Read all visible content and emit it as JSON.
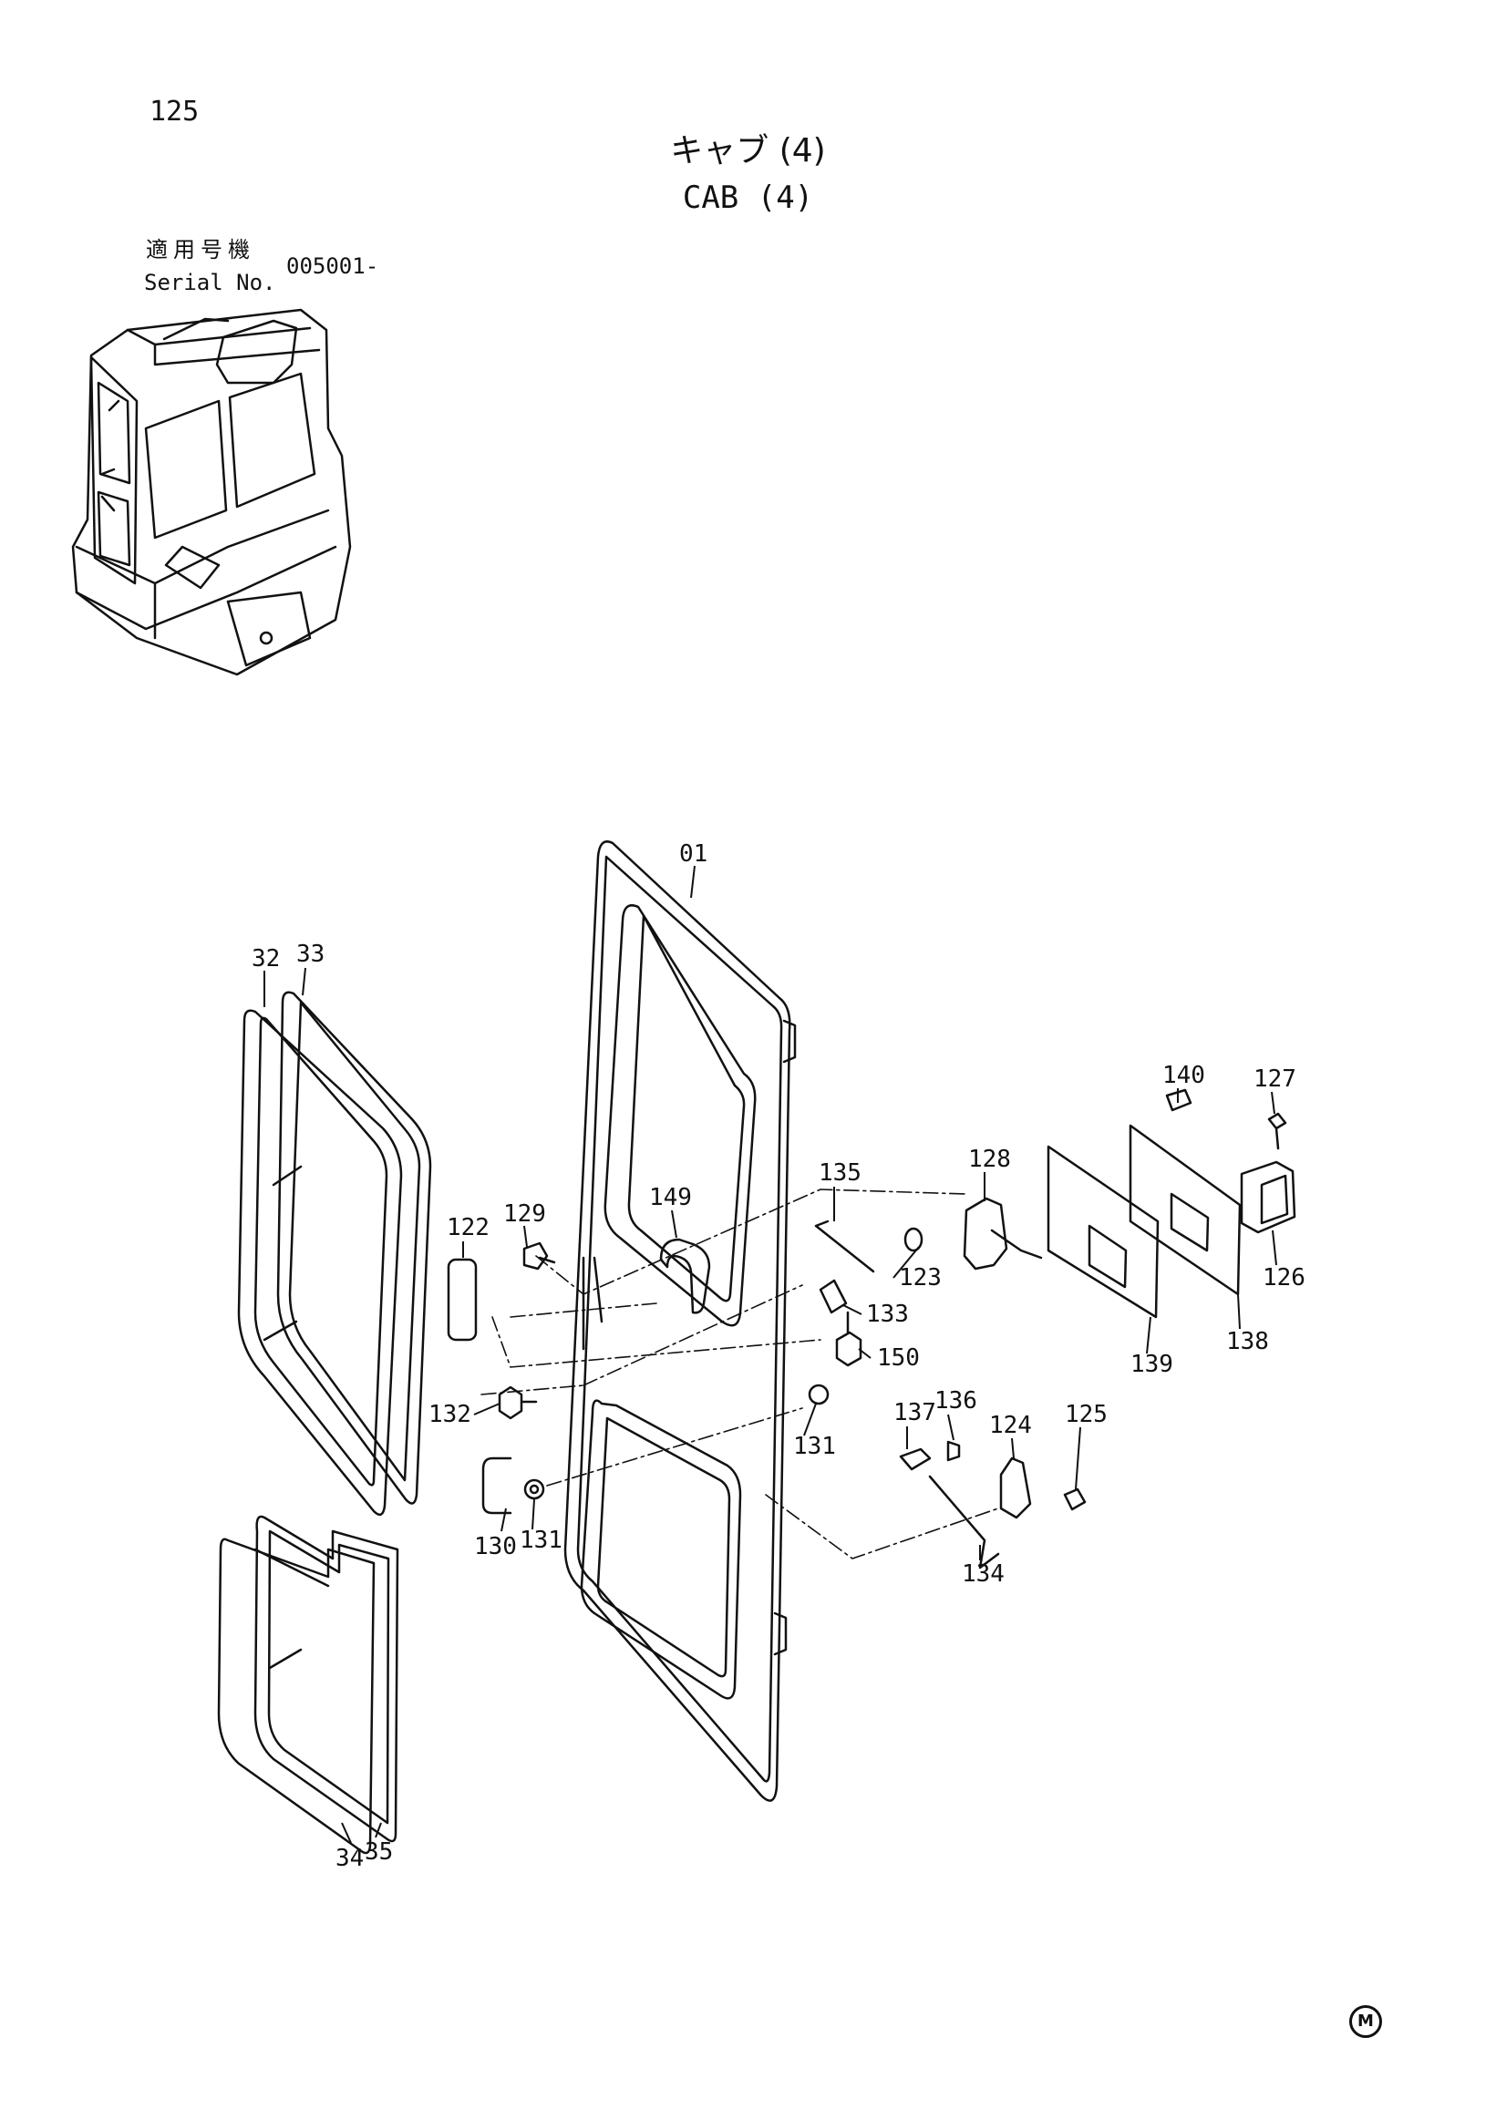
{
  "page_number": "125",
  "title_jp": "キャブ (4)",
  "title_en": "CAB (4)",
  "serial": {
    "label_jp": "適用号機",
    "label_en": "Serial No.",
    "value": "005001-"
  },
  "mark": "M",
  "labels": {
    "p01": "01",
    "p32": "32",
    "p33": "33",
    "p34": "34",
    "p35": "35",
    "p122": "122",
    "p129": "129",
    "p149": "149",
    "p135": "135",
    "p128": "128",
    "p123": "123",
    "p133": "133",
    "p150": "150",
    "p132": "132",
    "p131a": "131",
    "p131b": "131",
    "p130": "130",
    "p137": "137",
    "p136": "136",
    "p124": "124",
    "p125": "125",
    "p134": "134",
    "p139": "139",
    "p138": "138",
    "p140": "140",
    "p127": "127",
    "p126": "126"
  }
}
